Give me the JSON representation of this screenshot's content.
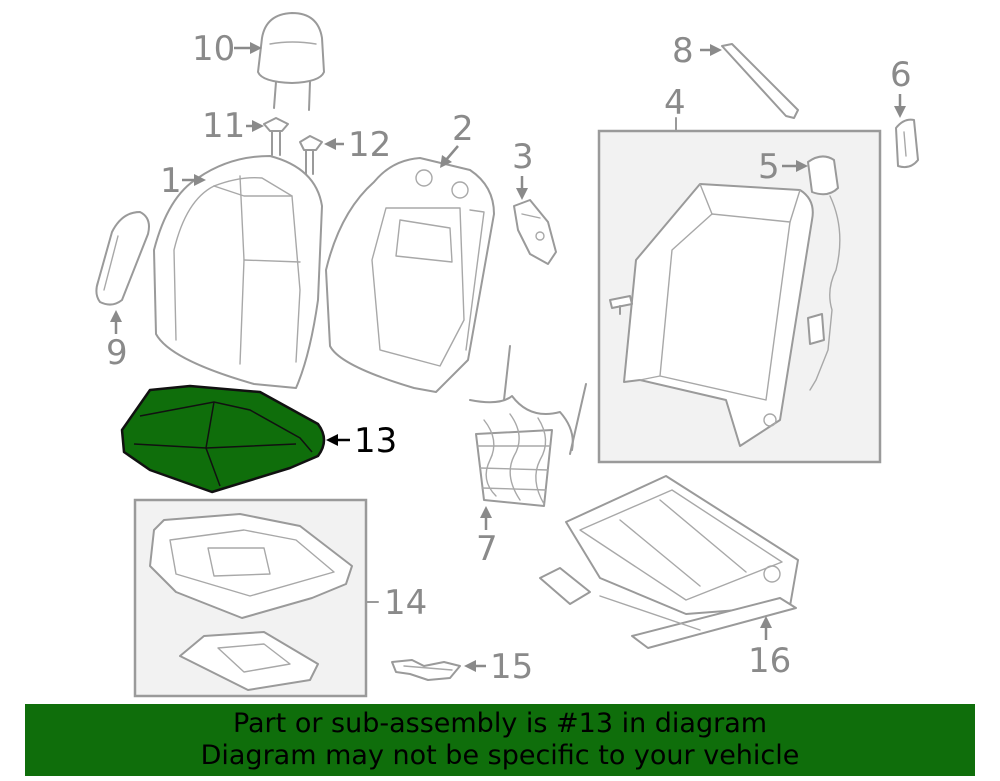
{
  "callouts": [
    "1",
    "2",
    "3",
    "4",
    "5",
    "6",
    "7",
    "8",
    "9",
    "10",
    "11",
    "12",
    "13",
    "14",
    "15",
    "16"
  ],
  "highlighted_part": "13",
  "colors": {
    "highlight_fill": "#0f6e0b",
    "banner_bg": "#0f6e0b",
    "line_gray": "#9a9a9a",
    "label_gray": "#8a8a8a"
  },
  "banner": {
    "line1": "Part or sub-assembly is #13 in diagram",
    "line2": "Diagram may not be specific to your vehicle"
  }
}
